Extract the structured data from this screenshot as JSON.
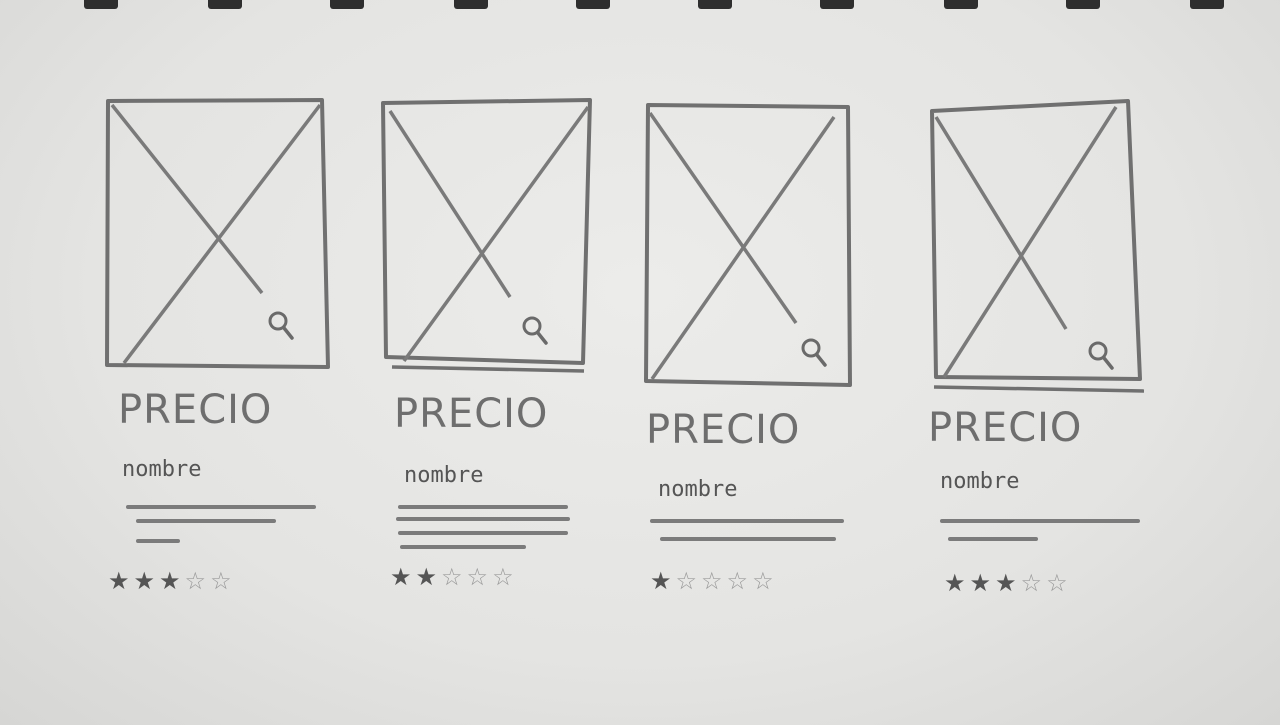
{
  "products": [
    {
      "price_label": "PRECIO",
      "name_label": "nombre",
      "rating": 3,
      "max_rating": 5,
      "zoom_icon": "magnifier-icon",
      "image_placeholder": "image-placeholder"
    },
    {
      "price_label": "PRECIO",
      "name_label": "nombre",
      "rating": 2,
      "max_rating": 5,
      "zoom_icon": "magnifier-icon",
      "image_placeholder": "image-placeholder"
    },
    {
      "price_label": "PRECIO",
      "name_label": "nombre",
      "rating": 1,
      "max_rating": 5,
      "zoom_icon": "magnifier-icon",
      "image_placeholder": "image-placeholder"
    },
    {
      "price_label": "PRECIO",
      "name_label": "nombre",
      "rating": 3,
      "max_rating": 5,
      "zoom_icon": "magnifier-icon",
      "image_placeholder": "image-placeholder"
    }
  ],
  "colors": {
    "pencil": "#6e6e6e",
    "paper": "#e6e6e4"
  }
}
